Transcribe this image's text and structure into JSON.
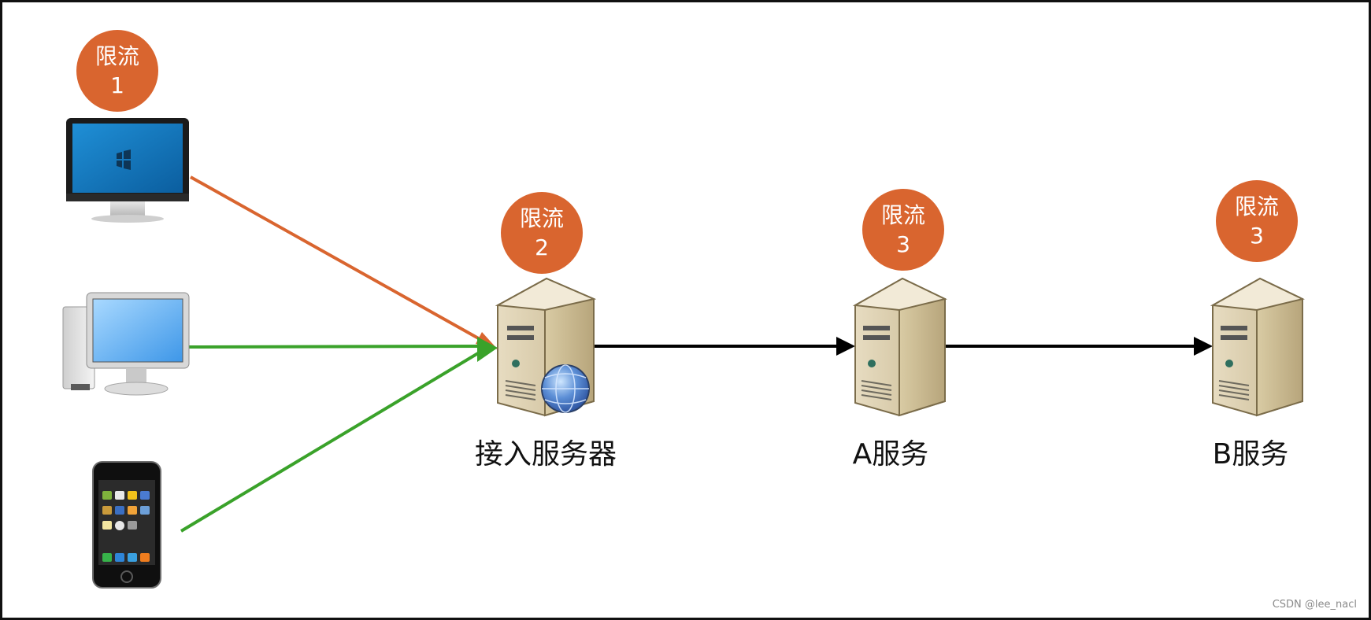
{
  "colors": {
    "badge": "#d9652f",
    "client_a_arrow": "#d9652f",
    "client_arrow": "#3aa22a",
    "service_arrow": "#000000",
    "border": "#111111"
  },
  "clients": [
    {
      "name": "windows-monitor",
      "icon": "monitor-icon"
    },
    {
      "name": "desktop-pc",
      "icon": "desktop-computer-icon"
    },
    {
      "name": "mobile-phone",
      "icon": "smartphone-icon"
    }
  ],
  "badges": [
    {
      "line1": "限流",
      "line2": "1"
    },
    {
      "line1": "限流",
      "line2": "2"
    },
    {
      "line1": "限流",
      "line2": "3"
    },
    {
      "line1": "限流",
      "line2": "3"
    }
  ],
  "nodes": [
    {
      "label": "接入服务器",
      "icon": "server-globe-icon"
    },
    {
      "label": "A服务",
      "icon": "server-icon"
    },
    {
      "label": "B服务",
      "icon": "server-icon"
    }
  ],
  "watermark": "CSDN @lee_nacl"
}
